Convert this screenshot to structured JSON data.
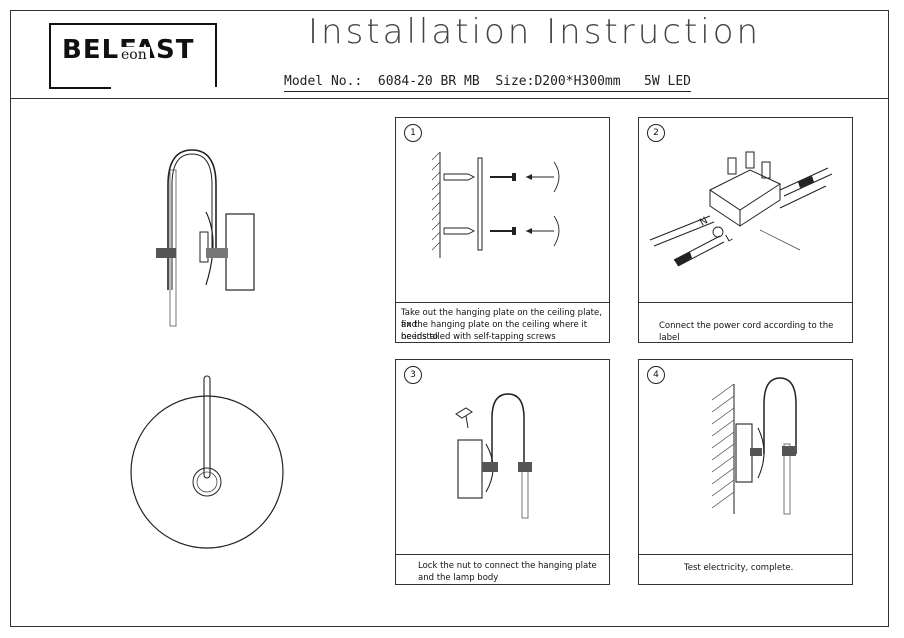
{
  "header": {
    "brand": "BELFAST",
    "brand_sub": "eon",
    "title": "Installation Instruction",
    "model_line": "Model No.:  6084-20 BR MB  Size:D200*H300mm   5W LED"
  },
  "steps": [
    {
      "number": "1",
      "caption_lines": [
        "Take out the hanging plate on the ceiling plate, and",
        "fix the hanging plate on the ceiling where it needs to",
        "be installed with self-tapping screws"
      ]
    },
    {
      "number": "2",
      "caption_lines": [
        "Connect the power cord according to the label"
      ]
    },
    {
      "number": "3",
      "caption_lines": [
        "Lock the nut to connect the hanging plate",
        "and the lamp body"
      ]
    },
    {
      "number": "4",
      "caption_lines": [
        "Test electricity, complete."
      ]
    }
  ],
  "icons": [
    "wall-hatch-icon",
    "screw-icon",
    "anchor-icon",
    "terminal-block-icon",
    "screwdriver-icon",
    "ground-symbol-icon"
  ]
}
